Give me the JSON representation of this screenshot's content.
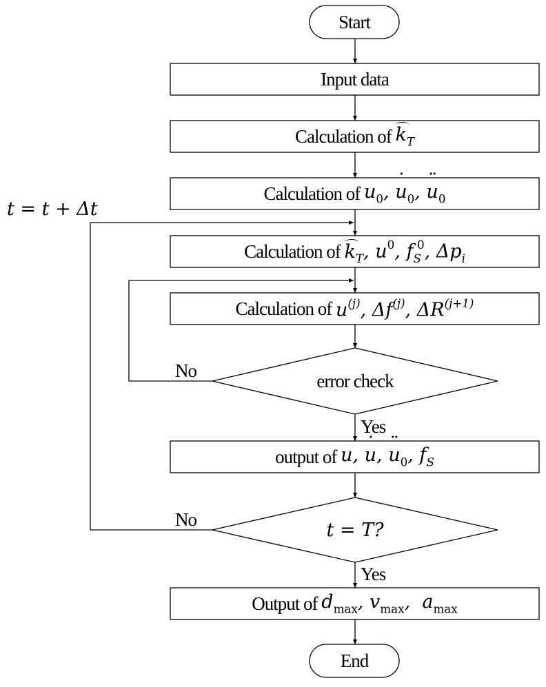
{
  "flowchart": {
    "start_label": "Start",
    "input_label": "Input data",
    "calc_k_prefix": "Calculation of",
    "calc_u0_prefix": "Calculation of",
    "calc_kt_prefix": "Calculation of",
    "calc_uj_prefix": "Calculation of",
    "error_check_label": "error check",
    "output_u_prefix": "output of",
    "t_decision_label": "t = T?",
    "output_max_prefix": "Output of",
    "end_label": "End",
    "no_label_inner": "No",
    "yes_label_inner": "Yes",
    "no_label_outer": "No",
    "yes_label_outer": "Yes",
    "time_step_label": "t = t + Δt"
  },
  "colors": {
    "stroke": "#000000",
    "background": "#ffffff"
  }
}
